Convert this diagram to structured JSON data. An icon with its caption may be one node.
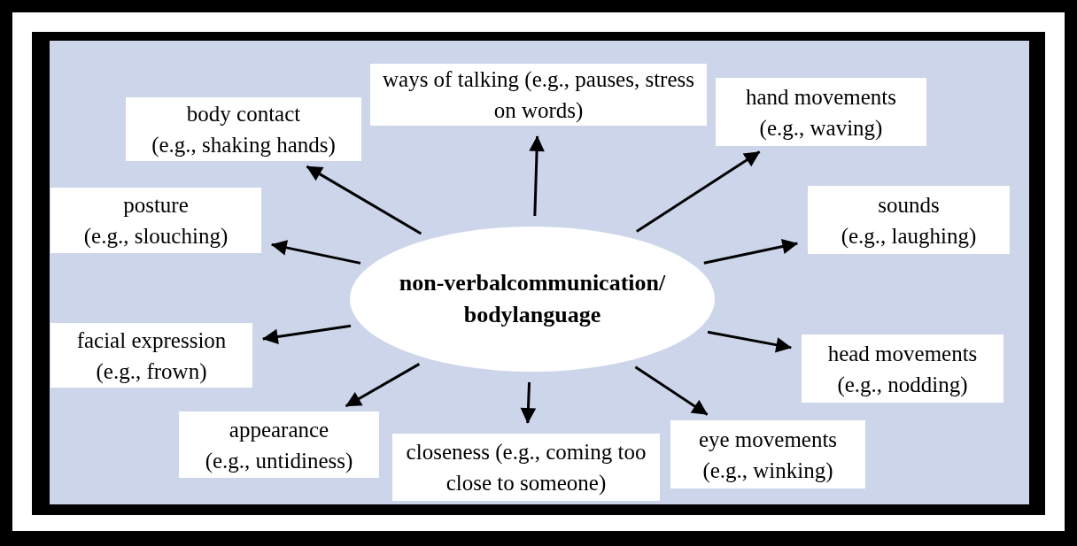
{
  "diagram": {
    "nodes": [
      {
        "text": [
          "non-verbalcommunication/ bodylanguage"
        ]
      },
      {
        "text": [
          "ways of talking (e.g., pauses, stress on words)"
        ]
      },
      {
        "text": [
          "body contact",
          "(e.g., shaking hands)"
        ]
      },
      {
        "text": [
          "hand movements",
          "(e.g., waving)"
        ]
      },
      {
        "text": [
          "posture",
          "(e.g., slouching)"
        ]
      },
      {
        "text": [
          "sounds",
          "(e.g., laughing)"
        ]
      },
      {
        "text": [
          "facial expression",
          "(e.g., frown)"
        ]
      },
      {
        "text": [
          "head movements",
          "(e.g., nodding)"
        ]
      },
      {
        "text": [
          "appearance",
          "(e.g., untidiness)"
        ]
      },
      {
        "text": [
          "closeness (e.g., coming too close to someone)"
        ]
      },
      {
        "text": [
          "eye movements",
          "(e.g., winking)"
        ]
      }
    ],
    "edges": [
      {
        "from": 0,
        "to": 1,
        "arrow": "to"
      },
      {
        "from": 0,
        "to": 2,
        "arrow": "to"
      },
      {
        "from": 0,
        "to": 3,
        "arrow": "to"
      },
      {
        "from": 0,
        "to": 4,
        "arrow": "to"
      },
      {
        "from": 0,
        "to": 5,
        "arrow": "to"
      },
      {
        "from": 0,
        "to": 6,
        "arrow": "to"
      },
      {
        "from": 0,
        "to": 7,
        "arrow": "to"
      },
      {
        "from": 0,
        "to": 8,
        "arrow": "to"
      },
      {
        "from": 0,
        "to": 9,
        "arrow": "to"
      },
      {
        "from": 0,
        "to": 10,
        "arrow": "to"
      }
    ]
  }
}
